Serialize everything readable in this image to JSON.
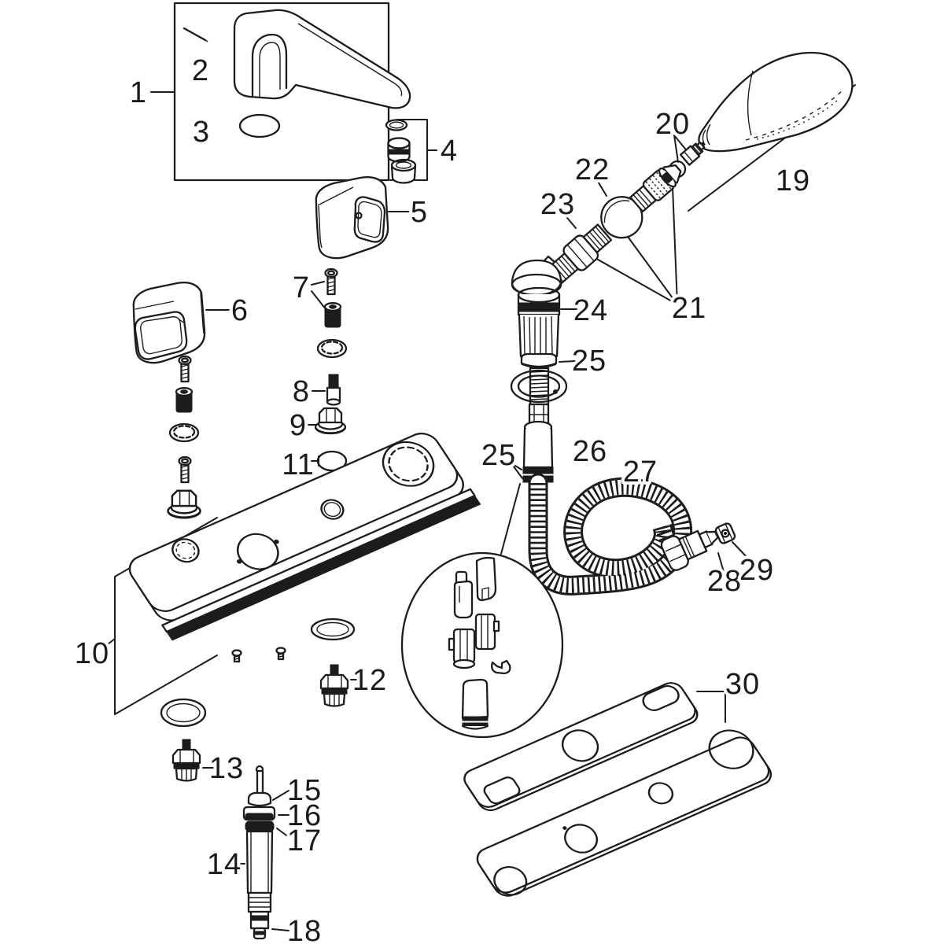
{
  "figure": {
    "type": "exploded-parts-diagram",
    "background_color": "#ffffff",
    "line_color": "#1c1c1c",
    "callouts": [
      {
        "text": "1"
      },
      {
        "text": "2"
      },
      {
        "text": "3"
      },
      {
        "text": "4"
      },
      {
        "text": "5"
      },
      {
        "text": "6"
      },
      {
        "text": "7"
      },
      {
        "text": "8"
      },
      {
        "text": "9"
      },
      {
        "text": "10"
      },
      {
        "text": "11"
      },
      {
        "text": "12"
      },
      {
        "text": "13"
      },
      {
        "text": "14"
      },
      {
        "text": "15"
      },
      {
        "text": "16"
      },
      {
        "text": "17"
      },
      {
        "text": "18"
      },
      {
        "text": "19"
      },
      {
        "text": "20"
      },
      {
        "text": "21"
      },
      {
        "text": "22"
      },
      {
        "text": "23"
      },
      {
        "text": "24"
      },
      {
        "text": "25"
      },
      {
        "text": "25"
      },
      {
        "text": "26"
      },
      {
        "text": "27"
      },
      {
        "text": "28"
      },
      {
        "text": "29"
      },
      {
        "text": "30"
      }
    ]
  }
}
